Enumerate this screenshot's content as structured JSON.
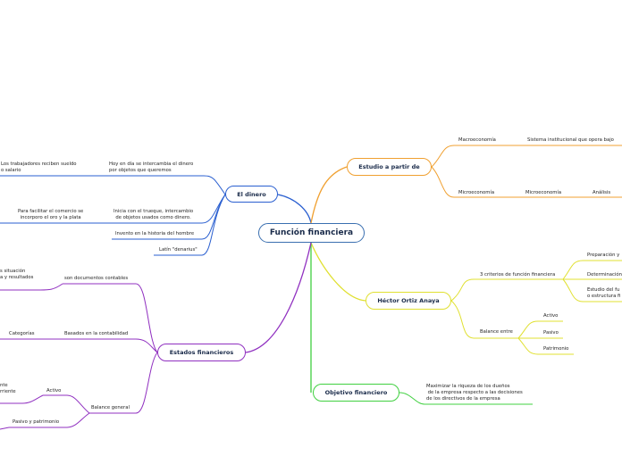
{
  "center": "Función financiera",
  "dinero": {
    "title": "El dinero",
    "items": [
      "Hoy en día se intercambia el dinero\npor objetos que queremos",
      "Inicia con el trueque, intercambio\nde objetos usados como dinero.",
      "Invento en la historia del hombre",
      "Latín \"denarius\""
    ],
    "sub1": "Los trabajadores reciben sueldo\no salario",
    "sub2": "Para facilitar el comercio se\nincorporo el oro y la plata"
  },
  "estudio": {
    "title": "Estudio a partir de",
    "macro": "Macroeconomía",
    "macro_sub": "Sistema institucional que opera bajo",
    "micro": "Microeconomía",
    "micro_sub": "Microeconomía",
    "micro_sub2": "Análisis"
  },
  "hector": {
    "title": "Héctor Ortiz Anaya",
    "criterios": "3 criterios de función financiera",
    "crit_items": [
      "Preparación y",
      "Determinación",
      "Estudio del fu\no estructura fi"
    ],
    "balance": "Balance entre",
    "bal_items": [
      "Activo",
      "Pasivo",
      "Patrimonio"
    ]
  },
  "objetivo": {
    "title": "Objetivo financiero",
    "text": "Maximizar la riqueza de los dueños\n de la empresa respecto a las decisiones\nde los directivos de la empresa"
  },
  "estados": {
    "title": "Estados financieros",
    "docs": "son documentos contables",
    "docs_sub": "s situación\na y resultados",
    "basados": "Basados en la contabilidad",
    "categorias": "Categorías",
    "balance": "Balance general",
    "activo": "Activo",
    "activo_sub": "nte\nrriente",
    "pasivo": "Pasivo y patrimonio"
  },
  "colors": {
    "blue": "#2a5fd0",
    "orange": "#f0a030",
    "yellow": "#e0e030",
    "green": "#40d040",
    "purple": "#9030c0",
    "center_border": "#3a6fb0"
  }
}
